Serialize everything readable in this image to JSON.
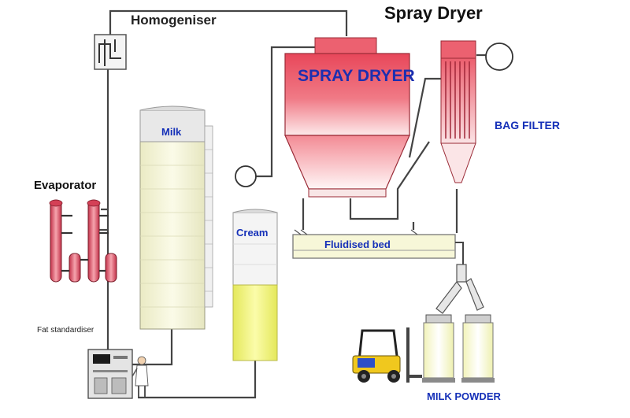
{
  "labels": {
    "title": "Spray Dryer",
    "homogeniser": "Homogeniser",
    "spray_dryer": "SPRAY DRYER",
    "bag_filter": "BAG FILTER",
    "evaporator": "Evaporator",
    "milk": "Milk",
    "cream": "Cream",
    "fluidised_bed": "Fluidised bed",
    "fat_standardiser": "Fat standardiser",
    "milk_powder": "MILK POWDER"
  },
  "colors": {
    "dryer_fill": "#ec5f6e",
    "dryer_text": "#1c2fb0",
    "label_blue": "#1530b8",
    "cream_fill": "#eef07a",
    "milk_fill": "#f4f4d6",
    "pipe": "#444444",
    "forklift": "#f0c81e"
  }
}
